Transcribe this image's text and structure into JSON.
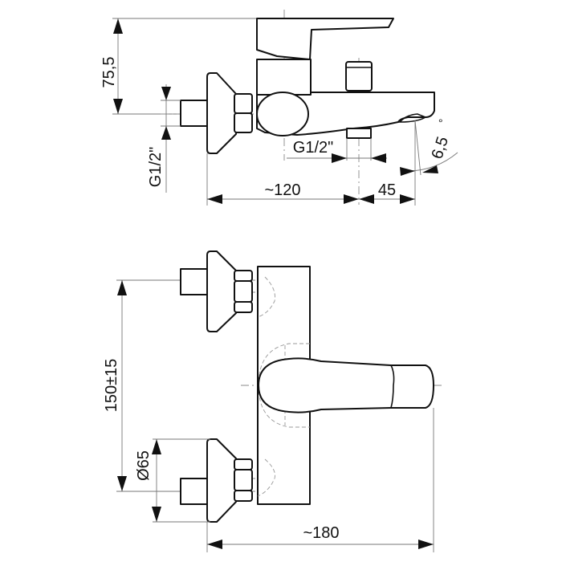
{
  "side_view": {
    "dim_height": "75,5",
    "dim_inlet_thread": "G1/2\"",
    "dim_outlet_thread": "G1/2\"",
    "dim_length": "~120",
    "dim_spout_offset": "45",
    "dim_angle": "6,5",
    "degree_mark": "°"
  },
  "front_view": {
    "dim_centers": "150±15",
    "dim_flange_diameter": "Ø65",
    "dim_total_length": "~180"
  }
}
